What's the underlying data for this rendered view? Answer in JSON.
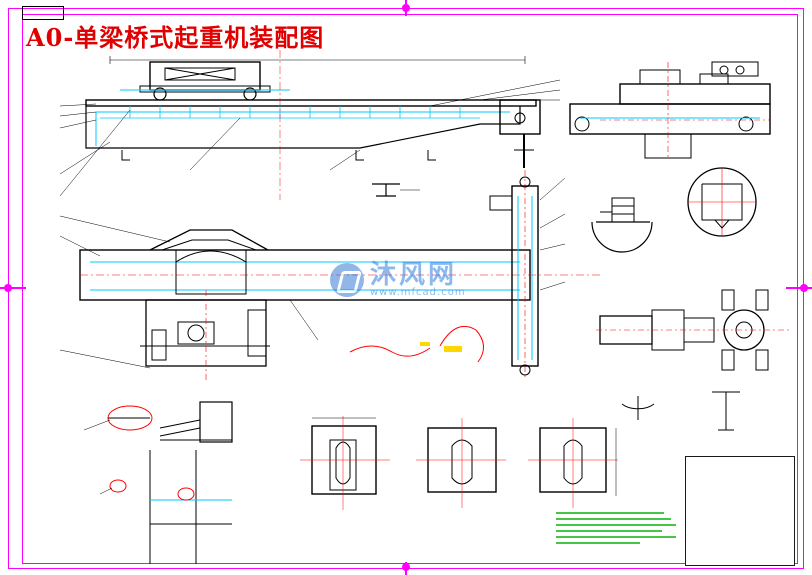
{
  "drawing": {
    "title": "A0-单梁桥式起重机装配图"
  },
  "watermark": {
    "text_cn": "沐风网",
    "url": "www.mfcad.com"
  },
  "colors": {
    "title": "#e00000",
    "frame": "#ff00ff",
    "line": "#000000",
    "centerline": "#ff0000",
    "hidden": "#00c8ff",
    "notes": "#19b619",
    "watermark": "#2f7fe0"
  }
}
